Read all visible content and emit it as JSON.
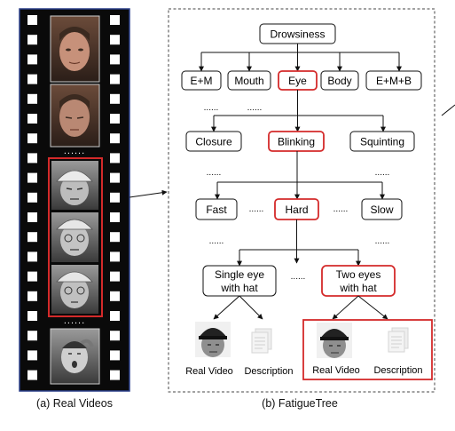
{
  "film": {
    "dots": "......",
    "caption": "(a) Real Videos"
  },
  "tree": {
    "root": "Drowsiness",
    "level1": [
      "E+M",
      "Mouth",
      "Eye",
      "Body",
      "E+M+B"
    ],
    "level1_dots": [
      "......",
      "......"
    ],
    "level2": [
      "Closure",
      "Blinking",
      "Squinting"
    ],
    "level2_dots": [
      "......",
      "......",
      "......"
    ],
    "level3": [
      "Fast",
      "Hard",
      "Slow"
    ],
    "level3_gaps": [
      "......",
      "......"
    ],
    "level3_dots": [
      "......",
      "......"
    ],
    "level4_left": [
      "Single eye",
      "with hat"
    ],
    "level4_gap": "......",
    "level4_right": [
      "Two eyes",
      "with hat"
    ],
    "leaves": [
      "Real Video",
      "Description",
      "Real Video",
      "Description"
    ],
    "caption": "(b) FatigueTree"
  },
  "colors": {
    "highlight": "#d42a2a",
    "film": "#0a0a0a",
    "dashed_border": "#444444"
  }
}
